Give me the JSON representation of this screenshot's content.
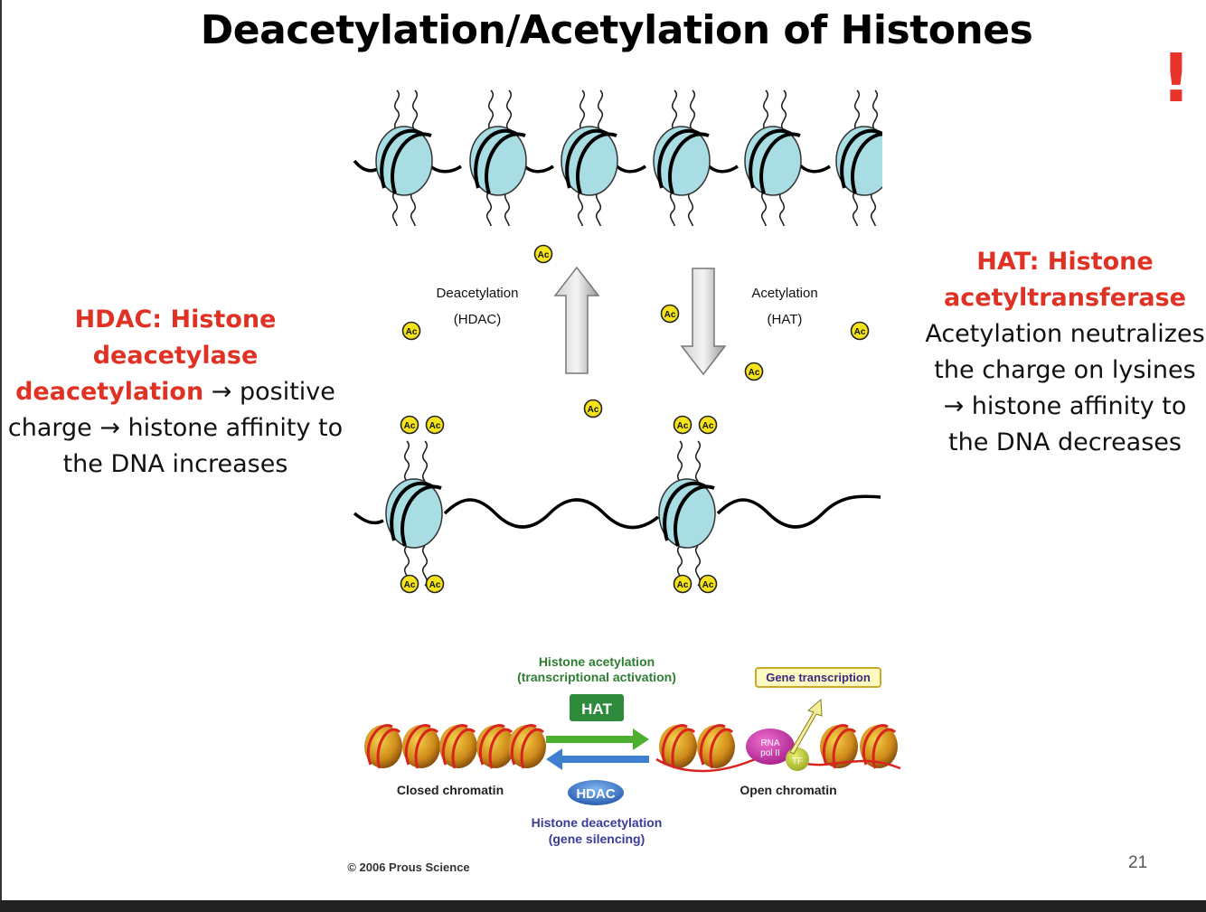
{
  "slide": {
    "title": "Deacetylation/Acetylation of Histones",
    "exclamation": "!",
    "page_number": "21"
  },
  "left_note": {
    "line1": "HDAC: Histone deacetylase",
    "red_word": "deacetylation",
    "arrow": "→",
    "line2_tail": " positive",
    "line3": "charge → histone affinity to",
    "line4": "the DNA increases"
  },
  "right_note": {
    "line1": "HAT: Histone",
    "line2": "acetyltransferase",
    "line3": "Acetylation neutralizes",
    "line4": "the charge on lysines",
    "line5": "→ histone affinity to",
    "line6": "the DNA decreases"
  },
  "top_diagram": {
    "deacetylation_label": "Deacetylation",
    "hdac_label": "(HDAC)",
    "acetylation_label": "Acetylation",
    "hat_label": "(HAT)",
    "ac": "Ac"
  },
  "bottom_diagram": {
    "histone_acetylation": "Histone acetylation",
    "transcriptional_activation": "(transcriptional activation)",
    "hat_box": "HAT",
    "hdac_box": "HDAC",
    "closed_chromatin": "Closed chromatin",
    "open_chromatin": "Open chromatin",
    "gene_transcription": "Gene transcription",
    "rna_pol": "RNA",
    "rna_pol2": "pol II",
    "tf": "TF",
    "histone_deacetylation": "Histone deacetylation",
    "gene_silencing": "(gene silencing)",
    "copyright": "© 2006 Prous Science"
  },
  "colors": {
    "accent_red": "#e03224",
    "nucleosome": "#a8dde3",
    "ac_yellow": "#f5e41c",
    "hat_green": "#2e8b3c",
    "hdac_blue": "#2b6fc2"
  }
}
